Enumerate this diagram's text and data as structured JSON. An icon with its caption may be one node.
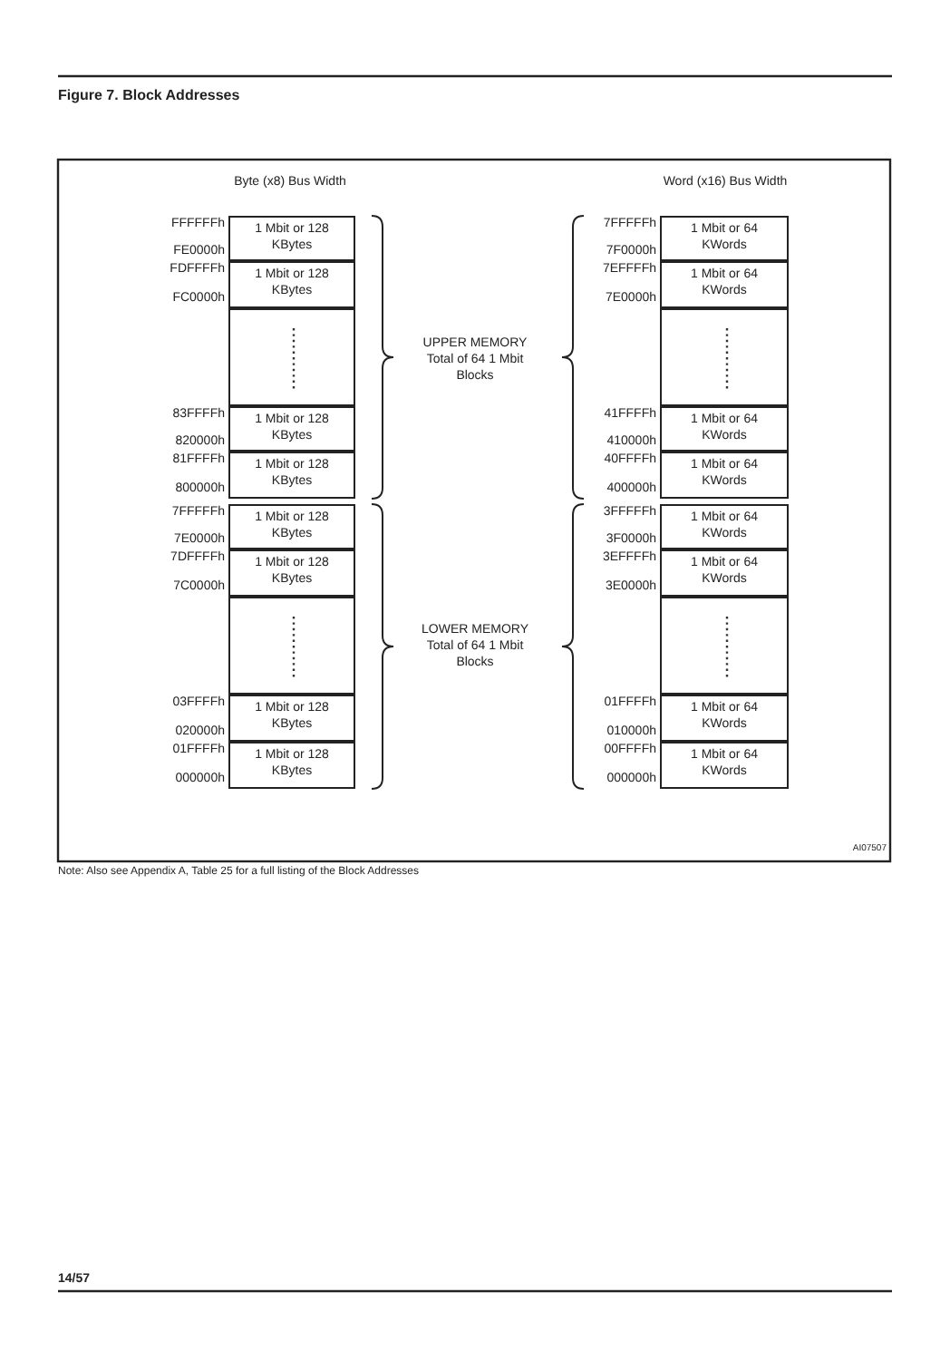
{
  "diagram": {
    "title": "Figure 7. Block Addresses",
    "caption": "Note: Also see Appendix A, Table 25 for a full listing of the Block Addresses",
    "nodes": [
      {
        "text": [
          "1 Mbit or 128 KBytes"
        ],
        "beside": [
          "FFFFFFh",
          "FE0000h"
        ]
      },
      {
        "text": [
          "1 Mbit or 128 KBytes"
        ],
        "beside": [
          "FDFFFFh",
          "FC0000h"
        ]
      },
      {
        "text": [],
        "shape": "box"
      },
      {
        "text": [
          "1 Mbit or 128 KBytes"
        ],
        "beside": [
          "83FFFFh",
          "820000h"
        ]
      },
      {
        "text": [
          "1 Mbit or 128 KBytes"
        ],
        "beside": [
          "81FFFFh",
          "800000h"
        ]
      },
      {
        "text": [
          "1 Mbit or 128 KBytes"
        ],
        "beside": [
          "7FFFFFh",
          "7E0000h"
        ]
      },
      {
        "text": [
          "1 Mbit or 128 KBytes"
        ],
        "beside": [
          "7DFFFFh",
          "7C0000h"
        ]
      },
      {
        "text": [],
        "shape": "box"
      },
      {
        "text": [
          "1 Mbit or 128 KBytes"
        ],
        "beside": [
          "03FFFFh",
          "020000h"
        ]
      },
      {
        "text": [
          "1 Mbit or 128 KBytes"
        ],
        "beside": [
          "01FFFFh",
          "000000h"
        ]
      },
      {
        "text": [
          "1 Mbit or 64 KWords"
        ],
        "beside": [
          "7FFFFFh",
          "7F0000h"
        ]
      },
      {
        "text": [
          "1 Mbit or 64 KWords"
        ],
        "beside": [
          "7EFFFFh",
          "7E0000h"
        ]
      },
      {
        "text": [],
        "shape": "box"
      },
      {
        "text": [
          "1 Mbit or 64 KWords"
        ],
        "beside": [
          "41FFFFh",
          "410000h"
        ]
      },
      {
        "text": [
          "1 Mbit or 64 KWords"
        ],
        "beside": [
          "40FFFFh",
          "400000h"
        ]
      },
      {
        "text": [
          "1 Mbit or 64 KWords"
        ],
        "beside": [
          "3FFFFFh",
          "3F0000h"
        ]
      },
      {
        "text": [
          "1 Mbit or 64 KWords"
        ],
        "beside": [
          "3EFFFFh",
          "3E0000h"
        ]
      },
      {
        "text": [],
        "shape": "box"
      },
      {
        "text": [
          "1 Mbit or 64 KWords"
        ],
        "beside": [
          "01FFFFh",
          "010000h"
        ]
      },
      {
        "text": [
          "1 Mbit or 64 KWords"
        ],
        "beside": [
          "00FFFFh",
          "000000h"
        ]
      }
    ],
    "labels": [
      "Byte (x8) Bus Width",
      "Word (x16) Bus Width",
      "UPPER MEMORY Total of 64 1 Mbit Blocks",
      "LOWER MEMORY Total of 64 1 Mbit Blocks",
      "AI07507",
      "14/57"
    ]
  }
}
